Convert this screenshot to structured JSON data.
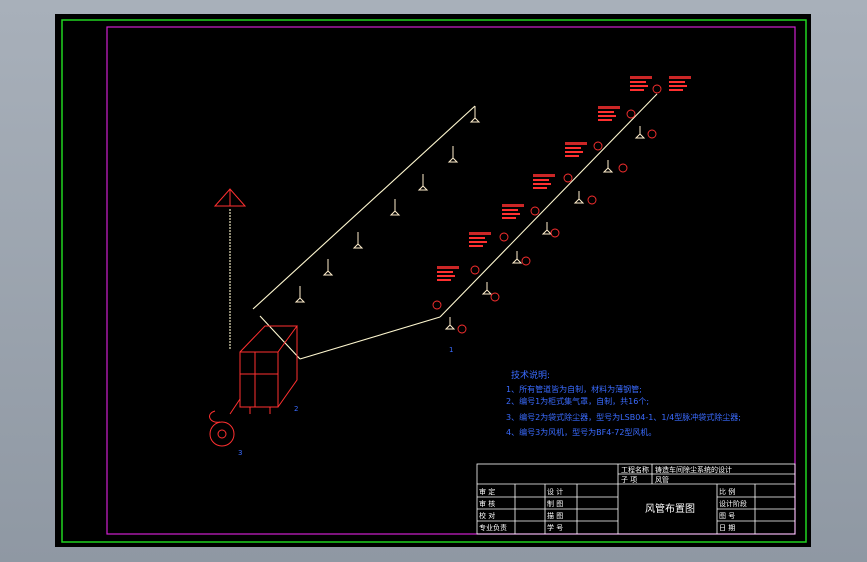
{
  "drawing": {
    "colors": {
      "background": "#000000",
      "outer_frame": "#21d421",
      "inner_frame": "#d020d0",
      "duct": "#ffffff",
      "annotation": "#ff3030",
      "notes": "#3a6bff",
      "title_block": "#ffffff"
    },
    "labels": {
      "fan_number": "1",
      "collector_number": "2",
      "bag_filter_number": "3"
    },
    "notes": {
      "heading": "技术说明:",
      "items": [
        "1、所有管道皆为自制，材料为薄钢管;",
        "2、编号1为柜式集气罩，自制，共16个;",
        "3、编号2为袋式除尘器，型号为LSB04-1、1/4型脉冲袋式除尘器;",
        "4、编号3为风机，型号为BF4-72型风机。"
      ]
    },
    "title_block": {
      "project_name_label": "工程名称",
      "project_name": "铸造车间除尘系统的设计",
      "item_label": "子  项",
      "item_value": "风管",
      "drawing_title": "风管布置图",
      "rows_left": [
        "审  定",
        "审  核",
        "校  对",
        "专业负责"
      ],
      "rows_mid": [
        "设  计",
        "制  图",
        "描  图",
        "学  号"
      ],
      "rows_right": [
        "比  例",
        "设计阶段",
        "图  号",
        "日  期"
      ]
    }
  }
}
